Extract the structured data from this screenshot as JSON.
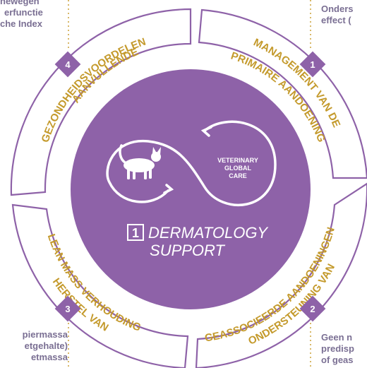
{
  "corner_texts": {
    "top_left": [
      "newegen",
      "erfunctie",
      "che Index"
    ],
    "top_right": [
      "Onders",
      "effect ("
    ],
    "bottom_left": [
      "piermassa",
      "etgehalte)",
      "etmassa"
    ],
    "bottom_right": [
      "Geen n",
      "predisp",
      "of geas"
    ]
  },
  "center": {
    "logo_text": [
      "VETERINARY",
      "GLOBAL",
      "CARE"
    ],
    "number": "1",
    "title_line1": "DERMATOLOGY",
    "title_line2": "SUPPORT"
  },
  "segments": [
    {
      "number": "1",
      "line1": "MANAGEMENT VAN DE",
      "line2": "PRIMAIRE AANDOENING"
    },
    {
      "number": "2",
      "line1": "ONDERSTEUNING VAN",
      "line2": "GEASSOCIEERDE AANDOENINGEN"
    },
    {
      "number": "3",
      "line1": "HERSTEL VAN",
      "line2": "LEAN MASS VERHOUDING"
    },
    {
      "number": "4",
      "line1": "AANVULLENDE",
      "line2": "GEZONDHEIDSVOORDELEN"
    }
  ],
  "colors": {
    "purple": "#8e62a8",
    "gold": "#c49a2c",
    "ring_stroke": "#8e62a8",
    "dotted_line": "#d8b868"
  }
}
